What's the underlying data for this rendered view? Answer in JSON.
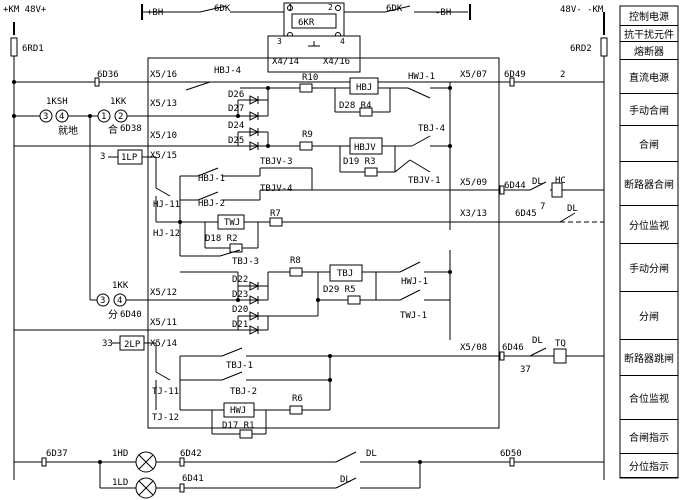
{
  "power": {
    "left_bus": "+KM 48V+",
    "right_bus": "48V- -KM",
    "rd_left": "6RD1",
    "rd_right": "6RD2",
    "bh_plus": "+BH",
    "bh_minus": "-BH",
    "dk": "6DK",
    "dk2": "6DK",
    "kr": "6KR",
    "kr_pins": [
      "1",
      "2",
      "3",
      "4"
    ],
    "x4_14": "X4/14",
    "x4_16": "X4/16",
    "two": "2"
  },
  "terminals": {
    "t_6d36": "6D36",
    "t_6d49": "6D49",
    "t_6d38": "6D38",
    "t_6d40": "6D40",
    "t_6d44": "6D44",
    "t_6d45": "6D45",
    "t_6d46": "6D46",
    "t_6d37": "6D37",
    "t_6d42": "6D42",
    "t_6d41": "6D41",
    "t_6d50": "6D50",
    "x5_16": "X5/16",
    "x5_13": "X5/13",
    "x5_10": "X5/10",
    "x5_15": "X5/15",
    "x5_07": "X5/07",
    "x5_09": "X5/09",
    "x3_13": "X3/13",
    "x5_12": "X5/12",
    "x5_11": "X5/11",
    "x5_14": "X5/14",
    "x5_08": "X5/08"
  },
  "components": {
    "hbj4": "HBJ-4",
    "r10": "R10",
    "hbj": "HBJ",
    "hwj1": "HWJ-1",
    "d26": "D26",
    "d27": "D27",
    "d28r4": "D28 R4",
    "d24": "D24",
    "d25": "D25",
    "r9": "R9",
    "hbjv": "HBJV",
    "tbj4": "TBJ-4",
    "d19r3": "D19 R3",
    "tbjv1": "TBJV-1",
    "hbj1": "HBJ-1",
    "tbjv3": "TBJV-3",
    "tbjv4": "TBJV-4",
    "hbj2": "HBJ-2",
    "hj11": "HJ-11",
    "hj12": "HJ-12",
    "twj": "TWJ",
    "r7": "R7",
    "d18r2": "D18 R2",
    "tbj3": "TBJ-3",
    "d22": "D22",
    "r8": "R8",
    "tbj": "TBJ",
    "d23": "D23",
    "d29r5": "D29 R5",
    "hwj1b": "HWJ-1",
    "d20": "D20",
    "d21": "D21",
    "twj1": "TWJ-1",
    "tbj1": "TBJ-1",
    "tbj2": "TBJ-2",
    "r6": "R6",
    "hwj": "HWJ",
    "d17r1": "D17 R1",
    "tj11": "TJ-11",
    "tj12": "TJ-12",
    "dl1": "DL",
    "hc": "HC",
    "seven": "7",
    "dl2": "DL",
    "dl3": "DL",
    "tq": "TQ",
    "n37": "37",
    "hd": "1HD",
    "ld": "1LD",
    "dl4": "DL",
    "dl5": "DL"
  },
  "switches": {
    "ksh": "1KSH",
    "c3": "3",
    "c4": "4",
    "jiudi": "就地",
    "kk1": "1KK",
    "c1": "1",
    "c2": "2",
    "he": "合",
    "lp1": "1LP",
    "n3": "3",
    "kk2": "1KK",
    "c3b": "3",
    "c4b": "4",
    "fen": "分",
    "lp2": "2LP",
    "n33": "33"
  },
  "sidebar": [
    "控制电源",
    "抗干扰元件",
    "熔断器",
    "直流电源",
    "手动合闸",
    "合闸",
    "断路器合闸",
    "分位监视",
    "手动分闸",
    "分闸",
    "断路器跳闸",
    "合位监视",
    "合闸指示",
    "分位指示"
  ]
}
